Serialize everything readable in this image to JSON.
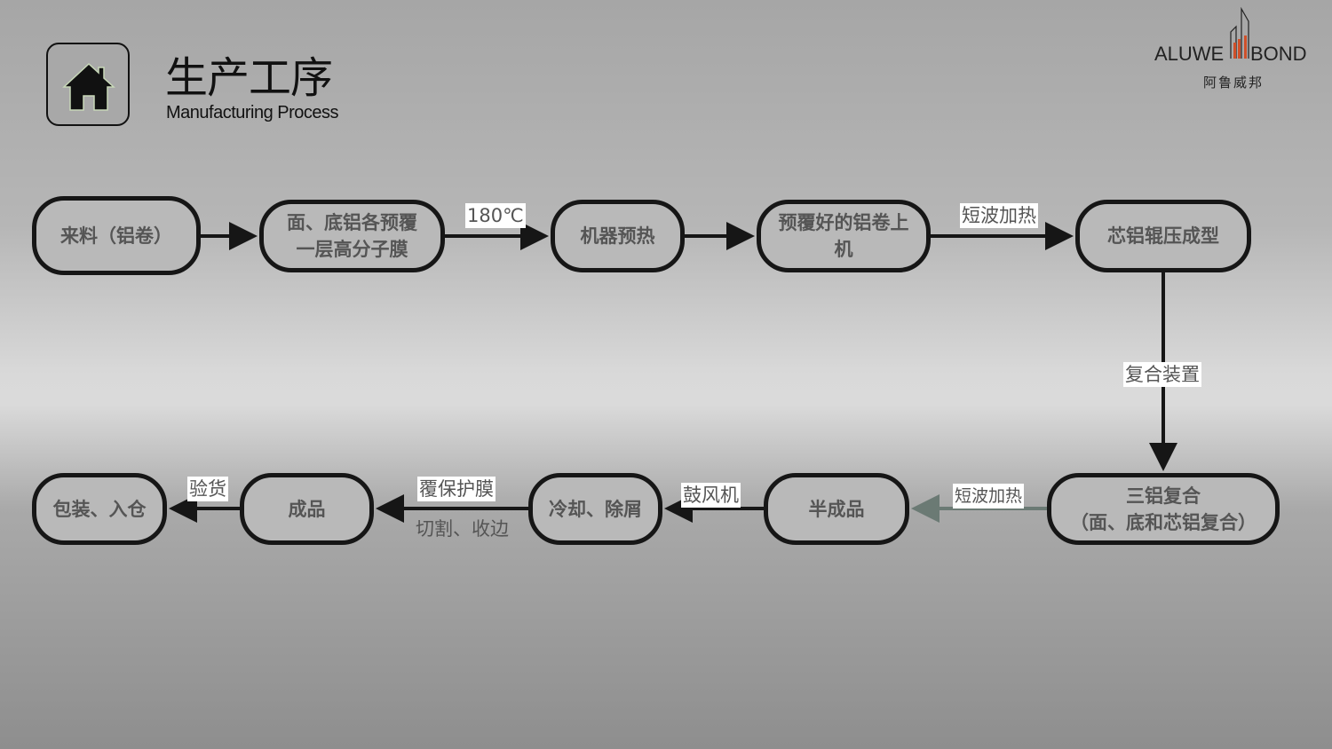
{
  "header": {
    "title": "生产工序",
    "subtitle": "Manufacturing Process",
    "home_icon": "home-icon"
  },
  "logo": {
    "name_en_left": "ALUWE",
    "name_en_right": "BOND",
    "name_cn": "阿鲁威邦",
    "accent": "#d0502a"
  },
  "nodes": [
    "来料（铝卷）",
    "面、底铝各预覆\n一层高分子膜",
    "机器预热",
    "预覆好的铝卷上\n机",
    "芯铝辊压成型",
    "三铝复合\n（面、底和芯铝复合）",
    "半成品",
    "冷却、除屑",
    "成品",
    "包装、入仓"
  ],
  "edge_labels": {
    "e2_3": "180℃",
    "e4_5": "短波加热",
    "e5_6": "复合装置",
    "e6_7": "短波加热",
    "e7_8": "鼓风机",
    "e8_9_top": "覆保护膜",
    "e8_9_bottom": "切割、收边",
    "e9_10": "验货"
  },
  "colors": {
    "arrow": "#161616",
    "arrow_muted": "#6b7a74"
  }
}
